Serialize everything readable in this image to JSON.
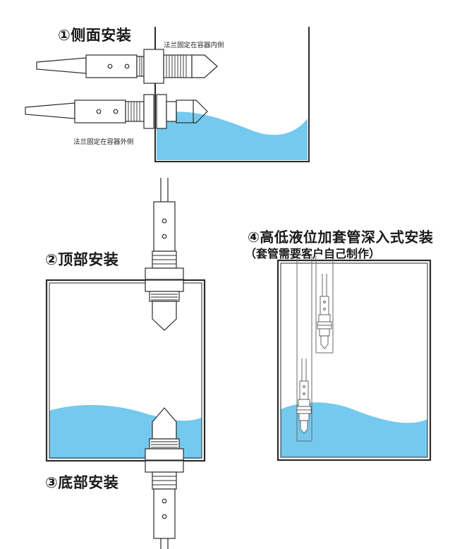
{
  "colors": {
    "water": "#74c9ee",
    "stroke": "#2b2b2b",
    "background": "#ffffff"
  },
  "labels": {
    "side_install": "①侧面安装",
    "flange_inside": "法兰固定在容器内侧",
    "flange_outside": "法兰固定在容器外侧",
    "top_install": "②顶部安装",
    "bottom_install": "③底部安装",
    "sleeve_install": "④高低液位加套管深入式安装",
    "sleeve_note": "（套管需要客户自己制作）"
  }
}
